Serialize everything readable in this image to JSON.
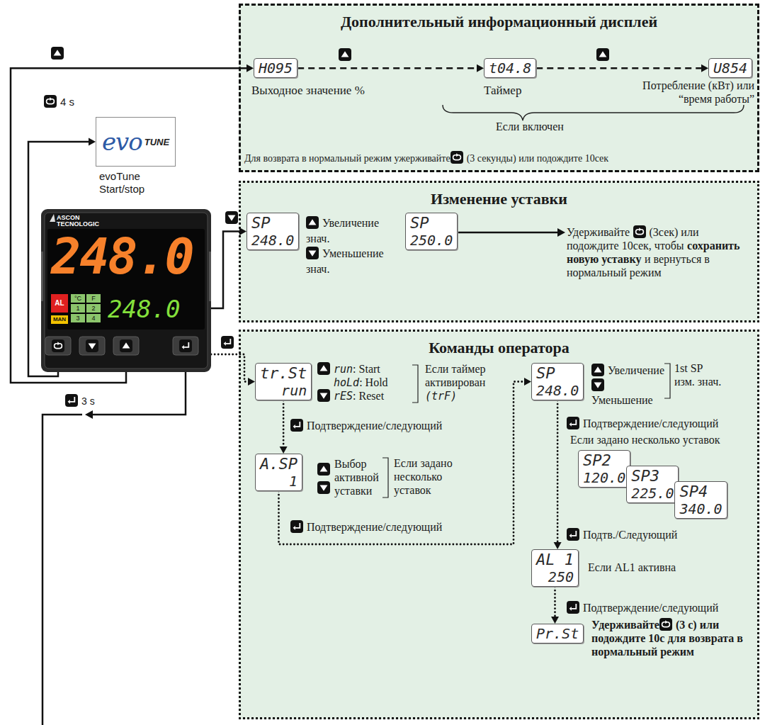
{
  "diagram": {
    "nodes": [
      {
        "text": [
          "Дополнительный информационный дисплей"
        ]
      },
      {
        "text": [
          "H095"
        ],
        "in": 0
      },
      {
        "text": [
          "t04.8"
        ],
        "in": 0
      },
      {
        "text": [
          "U854"
        ],
        "in": 0
      },
      {
        "text": [
          "Изменение уставки"
        ]
      },
      {
        "text": [
          "SP",
          "248.0"
        ],
        "in": 4
      },
      {
        "text": [
          "SP",
          "250.0"
        ],
        "in": 4
      },
      {
        "text": [
          "Команды оператора"
        ]
      },
      {
        "text": [
          "tr.St",
          "run"
        ],
        "in": 7
      },
      {
        "text": [
          "A.SP",
          "1"
        ],
        "in": 7
      },
      {
        "text": [
          "SP",
          "248.0"
        ],
        "in": 7
      },
      {
        "text": [
          "SP2",
          "120.0"
        ],
        "in": 7
      },
      {
        "text": [
          "SP3",
          "225.0"
        ],
        "in": 7
      },
      {
        "text": [
          "SP4",
          "340.0"
        ],
        "in": 7
      },
      {
        "text": [
          "AL 1",
          "250"
        ],
        "in": 7
      },
      {
        "text": [
          "Pr.St"
        ],
        "in": 7
      },
      {
        "text": [
          "evo",
          "TUNE"
        ]
      },
      {
        "text": [
          "ASCON TECNOLOGIC",
          "248.0",
          "AL",
          "MAN",
          "°C",
          "F",
          "1",
          "2",
          "3",
          "4",
          "248.0"
        ]
      }
    ],
    "edges": [
      {
        "from": 1,
        "to": 2,
        "arrow": "to"
      },
      {
        "from": 2,
        "to": 3,
        "arrow": "to"
      },
      {
        "from": 17,
        "to": 1,
        "arrow": "to"
      },
      {
        "from": 17,
        "to": 16,
        "arrow": "to"
      },
      {
        "from": 17,
        "to": 5,
        "arrow": "to"
      },
      {
        "from": 17,
        "to": 8,
        "arrow": "to"
      },
      {
        "from": 8,
        "to": 9,
        "arrow": "to"
      },
      {
        "from": 9,
        "to": 10,
        "arrow": "to"
      },
      {
        "from": 10,
        "to": 14,
        "arrow": "to"
      },
      {
        "from": 14,
        "to": 15,
        "arrow": "to"
      }
    ],
    "labels": [
      "Выходное значение %",
      "Таймер",
      "Потребление (кВт) или “время работы”",
      "Если включен",
      "Для возврата в нормальный режим ужерживайте",
      "(3 секунды) или подождите 10сек",
      "4 s",
      "evoTune Start/stop",
      "Увеличение знач.",
      "Уменьшение знач.",
      "Удерживайте",
      "(3сек) или подождите 10сек, чтобы",
      "сохранить новую уставку",
      "и вернуться в нормальный режим",
      "run",
      ": Start",
      "hoLd",
      ": Hold",
      "rES",
      ": Reset",
      "Если таймер активирован",
      "(trF)",
      "Подтверждение/следующий",
      "Выбор активной уставки",
      "Если задано несколько уставок",
      "Подтверждение/следующий",
      "Увеличение",
      "Уменьшение",
      "1st SP изм. знач.",
      "Подтверждение/следующий",
      "Если задано несколько уставок",
      "Подтв./Следующий",
      "Если AL1 активна",
      "Подтверждение/следующий",
      "Удерживайте",
      "(3 с) или подождите 10с для возврата в нормальный режим",
      "3 s"
    ]
  }
}
